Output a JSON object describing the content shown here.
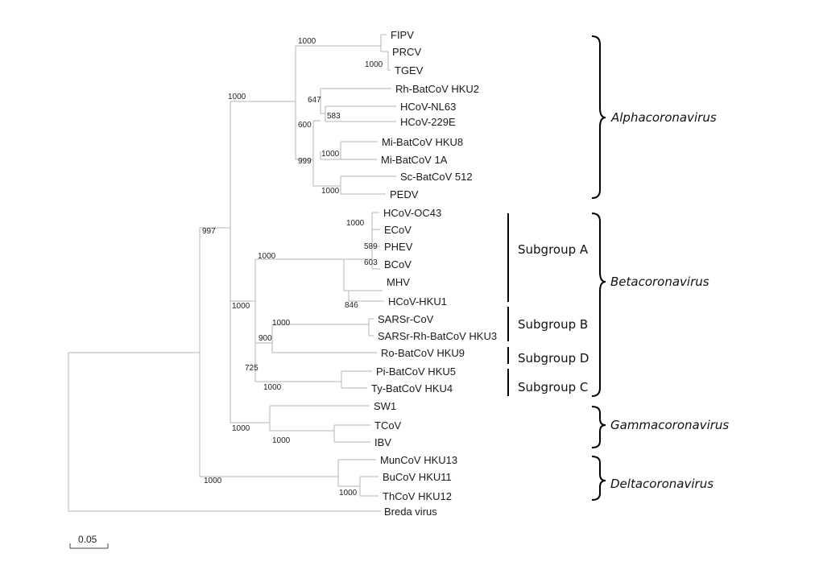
{
  "tree": {
    "leaves": [
      "FIPV",
      "PRCV",
      "TGEV",
      "Rh-BatCoV HKU2",
      "HCoV-NL63",
      "HCoV-229E",
      "Mi-BatCoV HKU8",
      "Mi-BatCoV 1A",
      "Sc-BatCoV 512",
      "PEDV",
      "HCoV-OC43",
      "ECoV",
      "PHEV",
      "BCoV",
      "MHV",
      "HCoV-HKU1",
      "SARSr-CoV",
      "SARSr-Rh-BatCoV HKU3",
      "Ro-BatCoV HKU9",
      "Pi-BatCoV HKU5",
      "Ty-BatCoV HKU4",
      "SW1",
      "TCoV",
      "IBV",
      "MunCoV HKU13",
      "BuCoV HKU11",
      "ThCoV HKU12",
      "Breda virus"
    ],
    "bootstrap": [
      "1000",
      "1000",
      "647",
      "583",
      "600",
      "1000",
      "999",
      "1000",
      "1000",
      "997",
      "1000",
      "589",
      "603",
      "1000",
      "846",
      "1000",
      "900",
      "1000",
      "725",
      "1000",
      "1000",
      "1000",
      "1000",
      "1000"
    ],
    "scale_label": "0.05"
  },
  "subgroups": [
    "Subgroup A",
    "Subgroup B",
    "Subgroup D",
    "Subgroup C"
  ],
  "genera": [
    "Alphacoronavirus",
    "Betacoronavirus",
    "Gammacoronavirus",
    "Deltacoronavirus"
  ]
}
